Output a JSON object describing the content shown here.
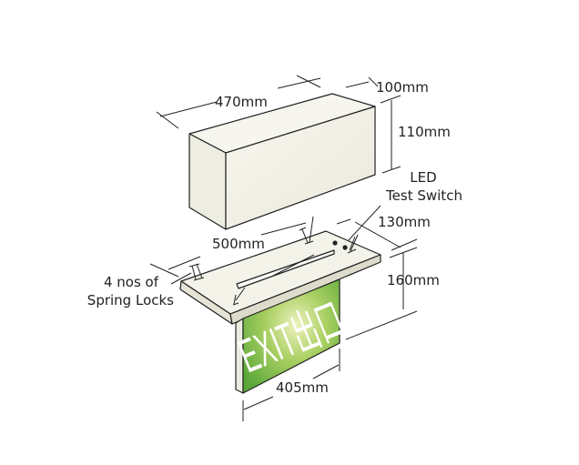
{
  "diagram": {
    "labels": {
      "width_box": "470mm",
      "depth_box": "100mm",
      "height_box": "110mm",
      "led_line1": "LED",
      "led_line2": "Test Switch",
      "width_plate": "500mm",
      "depth_plate": "130mm",
      "height_total": "160mm",
      "springs_line1": "4 nos of",
      "springs_line2": "Spring Locks",
      "width_panel": "405mm"
    },
    "sign_text": "EXIT出口",
    "colors": {
      "box_face": "#f1f0e6",
      "panel_green": "#6cb33f",
      "panel_glow": "#e9f0b6"
    }
  }
}
